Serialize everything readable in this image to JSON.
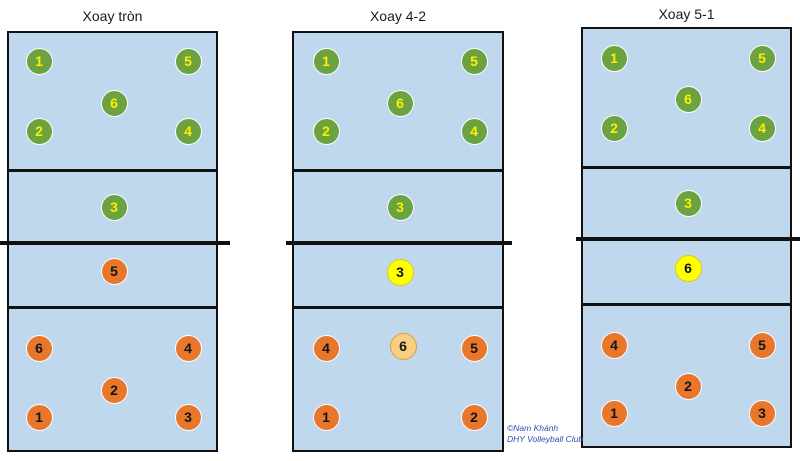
{
  "diagrams": [
    {
      "title": "Xoay tròn",
      "players": [
        {
          "num": "1",
          "color": "green"
        },
        {
          "num": "5",
          "color": "green"
        },
        {
          "num": "6",
          "color": "green"
        },
        {
          "num": "2",
          "color": "green"
        },
        {
          "num": "4",
          "color": "green"
        },
        {
          "num": "3",
          "color": "green"
        },
        {
          "num": "5",
          "color": "orange"
        },
        {
          "num": "6",
          "color": "orange"
        },
        {
          "num": "4",
          "color": "orange"
        },
        {
          "num": "2",
          "color": "orange"
        },
        {
          "num": "1",
          "color": "orange"
        },
        {
          "num": "3",
          "color": "orange"
        }
      ]
    },
    {
      "title": "Xoay 4-2",
      "players": [
        {
          "num": "1",
          "color": "green"
        },
        {
          "num": "5",
          "color": "green"
        },
        {
          "num": "6",
          "color": "green"
        },
        {
          "num": "2",
          "color": "green"
        },
        {
          "num": "4",
          "color": "green"
        },
        {
          "num": "3",
          "color": "green"
        },
        {
          "num": "3",
          "color": "yellow"
        },
        {
          "num": "4",
          "color": "orange"
        },
        {
          "num": "6",
          "color": "peach"
        },
        {
          "num": "5",
          "color": "orange"
        },
        {
          "num": "1",
          "color": "orange"
        },
        {
          "num": "2",
          "color": "orange"
        }
      ]
    },
    {
      "title": "Xoay 5-1",
      "players": [
        {
          "num": "1",
          "color": "green"
        },
        {
          "num": "5",
          "color": "green"
        },
        {
          "num": "6",
          "color": "green"
        },
        {
          "num": "2",
          "color": "green"
        },
        {
          "num": "4",
          "color": "green"
        },
        {
          "num": "3",
          "color": "green"
        },
        {
          "num": "6",
          "color": "yellow"
        },
        {
          "num": "4",
          "color": "orange"
        },
        {
          "num": "5",
          "color": "orange"
        },
        {
          "num": "2",
          "color": "orange"
        },
        {
          "num": "1",
          "color": "orange"
        },
        {
          "num": "3",
          "color": "orange"
        }
      ]
    }
  ],
  "credit": {
    "line1": "©Nam Khánh",
    "line2": "DHY Volleyball Club"
  },
  "colors": {
    "court": "#c0d8ee",
    "line": "#111111",
    "green": "#6aa33f",
    "orange": "#e8772c",
    "yellow": "#ffff00",
    "peach": "#f7cf82"
  }
}
